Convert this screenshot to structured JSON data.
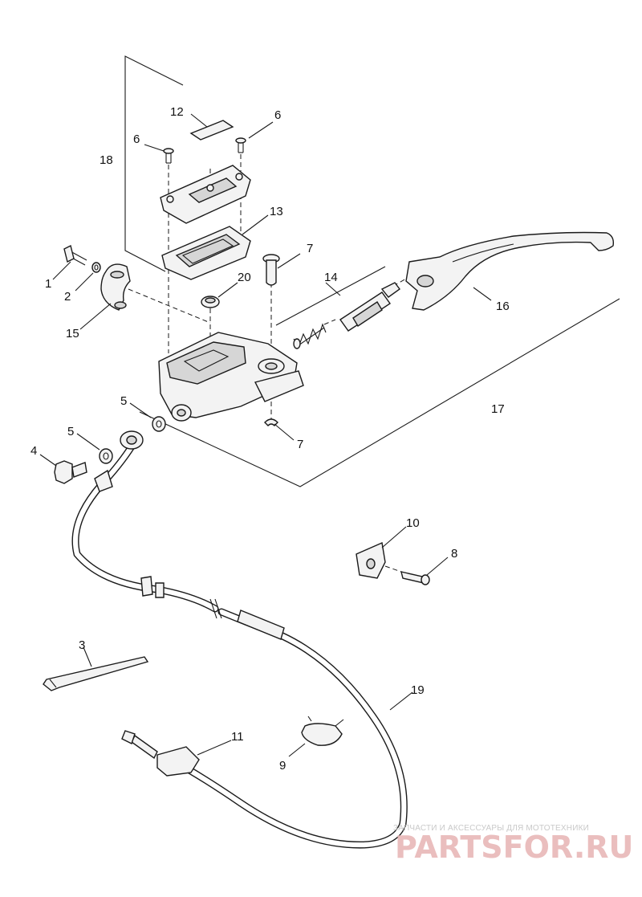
{
  "callouts": {
    "c1": "1",
    "c2": "2",
    "c3": "3",
    "c4": "4",
    "c5a": "5",
    "c5b": "5",
    "c6a": "6",
    "c6b": "6",
    "c7a": "7",
    "c7b": "7",
    "c8": "8",
    "c9": "9",
    "c10": "10",
    "c11": "11",
    "c12": "12",
    "c13": "13",
    "c14": "14",
    "c15": "15",
    "c16": "16",
    "c17": "17",
    "c18": "18",
    "c19": "19",
    "c20": "20"
  },
  "watermark": {
    "tagline": "ЗАПЧАСТИ И АКСЕССУАРЫ ДЛЯ МОТОТЕХНИКИ",
    "brand": "PARTSFOR.RU"
  }
}
